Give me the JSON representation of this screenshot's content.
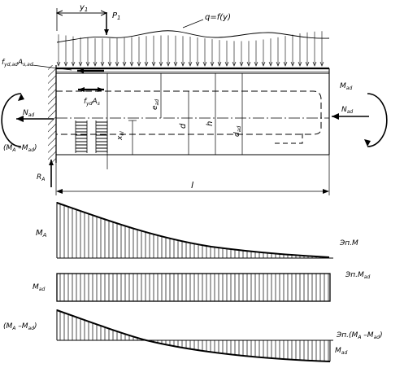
{
  "labels": {
    "y1": "y",
    "y1_sub": "1",
    "p1": "P",
    "p1_sub": "1",
    "q": "q=f(y)",
    "f_yd_ad": "f",
    "f_yd_ad_sub": "yd,ad",
    "as_ad": "A",
    "as_ad_sub": "s,ad",
    "f_yd": "f",
    "f_yd_sub": "yd",
    "as": "A",
    "as_sub": "s",
    "n_ad_left": "N",
    "n_ad_left_sub": "ad",
    "n_ad_right": "N",
    "n_ad_right_sub": "ad",
    "m_ad_right": "M",
    "m_ad_right_sub": "ad",
    "m_diff_left": "(M",
    "m_diff_left_a": "A",
    "m_diff_left_mid": " –M",
    "m_diff_left_ad": "ad",
    "m_diff_left_close": ")",
    "e_ad": "e",
    "e_ad_sub": "ad",
    "d": "d",
    "h": "h",
    "d_ad": "d",
    "d_ad_sub": "ad",
    "x_el": "x",
    "x_el_sub": "el",
    "r_a": "R",
    "r_a_sub": "A",
    "l": "l",
    "ma": "M",
    "ma_sub": "A",
    "epM": "Эп.M",
    "mad_left": "M",
    "mad_left_sub": "ad",
    "epMad": "Эп.M",
    "epMad_sub": "ad",
    "diag3_left": "(M",
    "diag3_left_a": "A",
    "diag3_left_mid": " –M",
    "diag3_left_ad": "ad",
    "diag3_left_close": ")",
    "epDiff_a": "Эп.(M",
    "epDiff_a_sub": "A",
    "epDiff_mid": " –M",
    "epDiff_ad": "ad",
    "epDiff_close": ")",
    "mad_right": "M",
    "mad_right_sub": "ad"
  }
}
